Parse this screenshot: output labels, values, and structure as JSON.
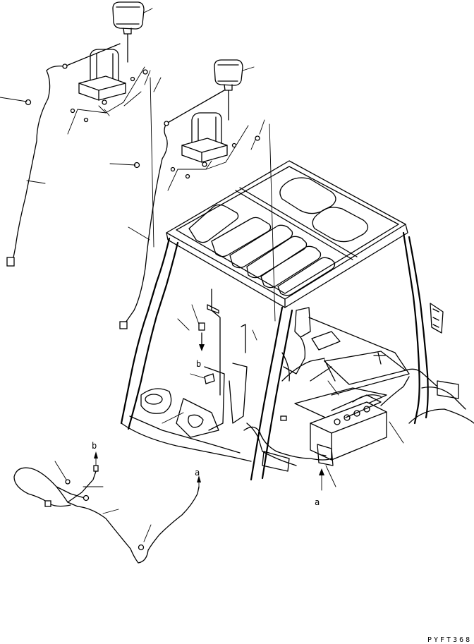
{
  "labels": {
    "ref_a_lower": "a",
    "ref_a_connector": "a",
    "ref_b_lower": "b",
    "ref_b_cab": "b"
  },
  "drawing_code": "PYFT368",
  "colors": {
    "line": "#000000",
    "background": "#ffffff"
  }
}
